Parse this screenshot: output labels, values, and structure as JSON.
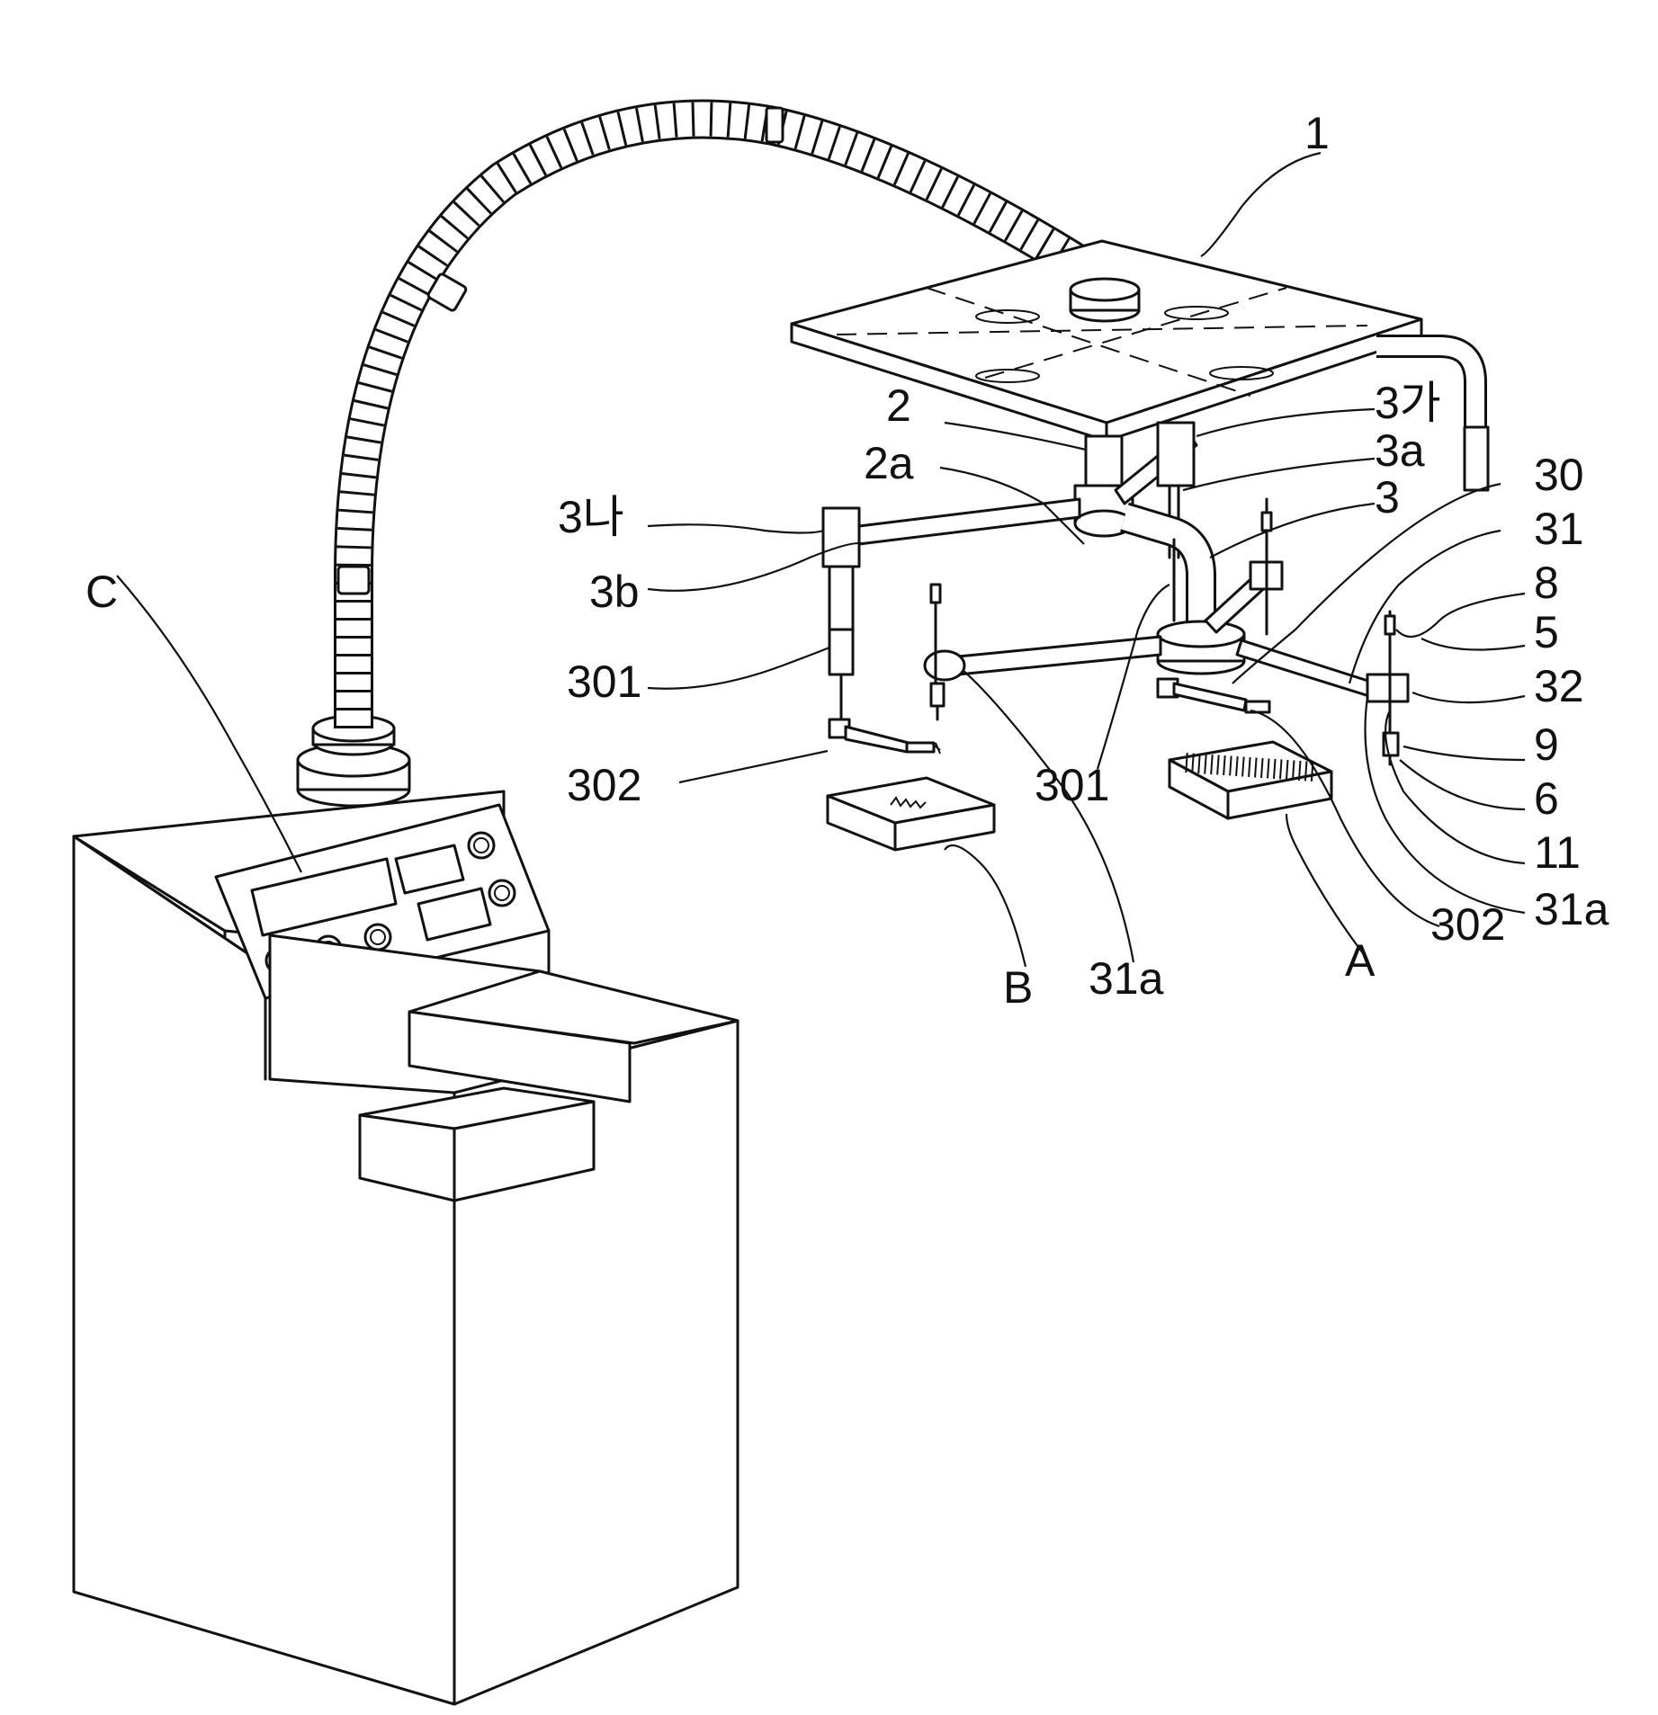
{
  "figure": {
    "labels": {
      "l1": "1",
      "l2": "2",
      "l2a": "2a",
      "l3ga": "3가",
      "l3a": "3a",
      "l3": "3",
      "l30": "30",
      "l31": "31",
      "l8": "8",
      "l5": "5",
      "l32": "32",
      "l9": "9",
      "l6": "6",
      "l11": "11",
      "l31a_right": "31a",
      "l302_right": "302",
      "lA": "A",
      "l301_center": "301",
      "l31a_mid": "31a",
      "lB": "B",
      "l302_left": "302",
      "l301_left": "301",
      "l3b": "3b",
      "l3na": "3나",
      "lC": "C"
    }
  }
}
